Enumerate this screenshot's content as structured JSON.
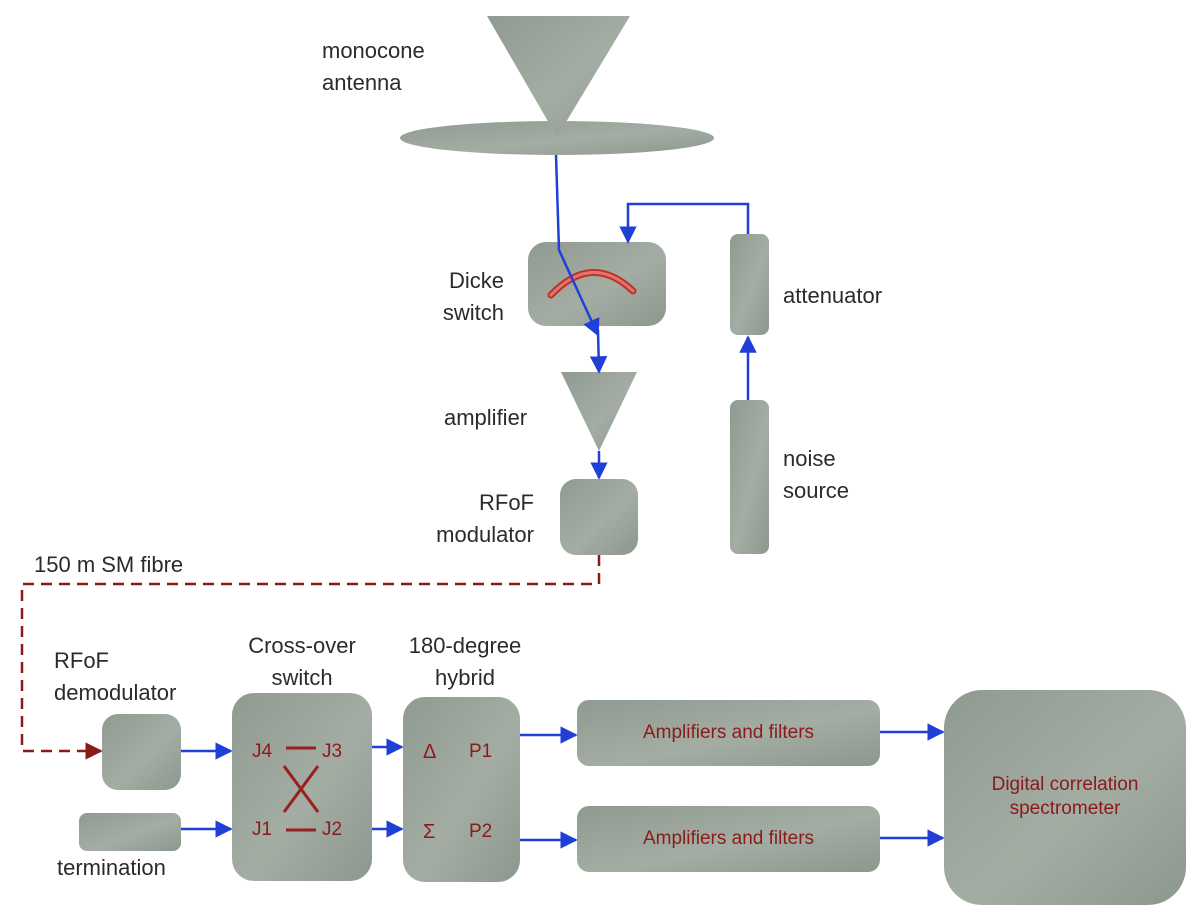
{
  "labels": {
    "monocone_antenna": [
      "monocone",
      "antenna"
    ],
    "dicke_switch": [
      "Dicke",
      "switch"
    ],
    "attenuator": "attenuator",
    "amplifier": "amplifier",
    "noise_source": [
      "noise",
      "source"
    ],
    "rfof_modulator": [
      "RFoF",
      "modulator"
    ],
    "fibre": "150 m SM fibre",
    "rfof_demodulator": [
      "RFoF",
      "demodulator"
    ],
    "crossover_switch": [
      "Cross-over",
      "switch"
    ],
    "hybrid": [
      "180-degree",
      "hybrid"
    ],
    "termination": "termination",
    "amplifiers_filters_1": "Amplifiers and filters",
    "amplifiers_filters_2": "Amplifiers and filters",
    "spectrometer": [
      "Digital correlation",
      "spectrometer"
    ]
  },
  "ports": {
    "j4": "J4",
    "j3": "J3",
    "j1": "J1",
    "j2": "J2",
    "delta": "Δ",
    "sigma": "Σ",
    "p1": "P1",
    "p2": "P2"
  },
  "colors": {
    "block": "#9ba59b",
    "signal_arrow": "#1f3fd6",
    "fibre_line": "#8b1a1a",
    "block_text": "#8b1a1a",
    "switch_arc": "#d9534f"
  }
}
